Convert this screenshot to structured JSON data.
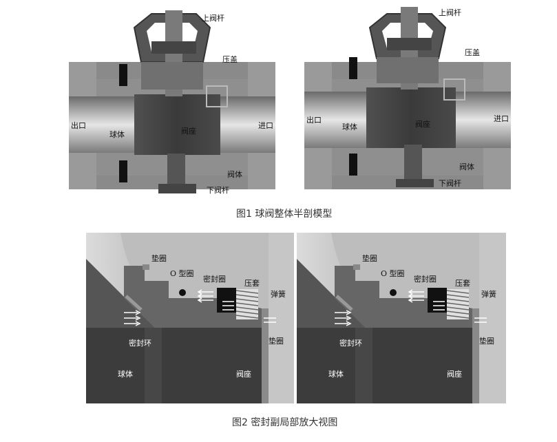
{
  "figure1": {
    "caption": "图1 球阀整体半剖模型",
    "left_labels": {
      "upper_stem": "上阀杆",
      "gland": "压盖",
      "outlet": "出口",
      "ball": "球体",
      "seat": "阀座",
      "inlet": "进口",
      "body": "阀体",
      "lower_stem": "下阀杆"
    },
    "right_labels": {
      "upper_stem": "上阀杆",
      "gland": "压盖",
      "outlet": "出口",
      "ball": "球体",
      "seat": "阀座",
      "inlet": "进口",
      "body": "阀体",
      "lower_stem": "下阀杆"
    }
  },
  "figure2": {
    "caption": "图2 密封副局部放大视图",
    "left_labels": {
      "gasket_top": "垫圈",
      "o_ring": "O 型圈",
      "seal_ring": "密封圈",
      "sleeve": "压套",
      "spring": "弹簧",
      "gasket_right": "垫圈",
      "sealing_ring": "密封环",
      "ball": "球体",
      "seat": "阀座"
    },
    "right_labels": {
      "gasket_top": "垫圈",
      "o_ring": "O 型圈",
      "seal_ring": "密封圈",
      "sleeve": "压套",
      "spring": "弹簧",
      "gasket_right": "垫圈",
      "sealing_ring": "密封环",
      "ball": "球体",
      "seat": "阀座"
    }
  }
}
